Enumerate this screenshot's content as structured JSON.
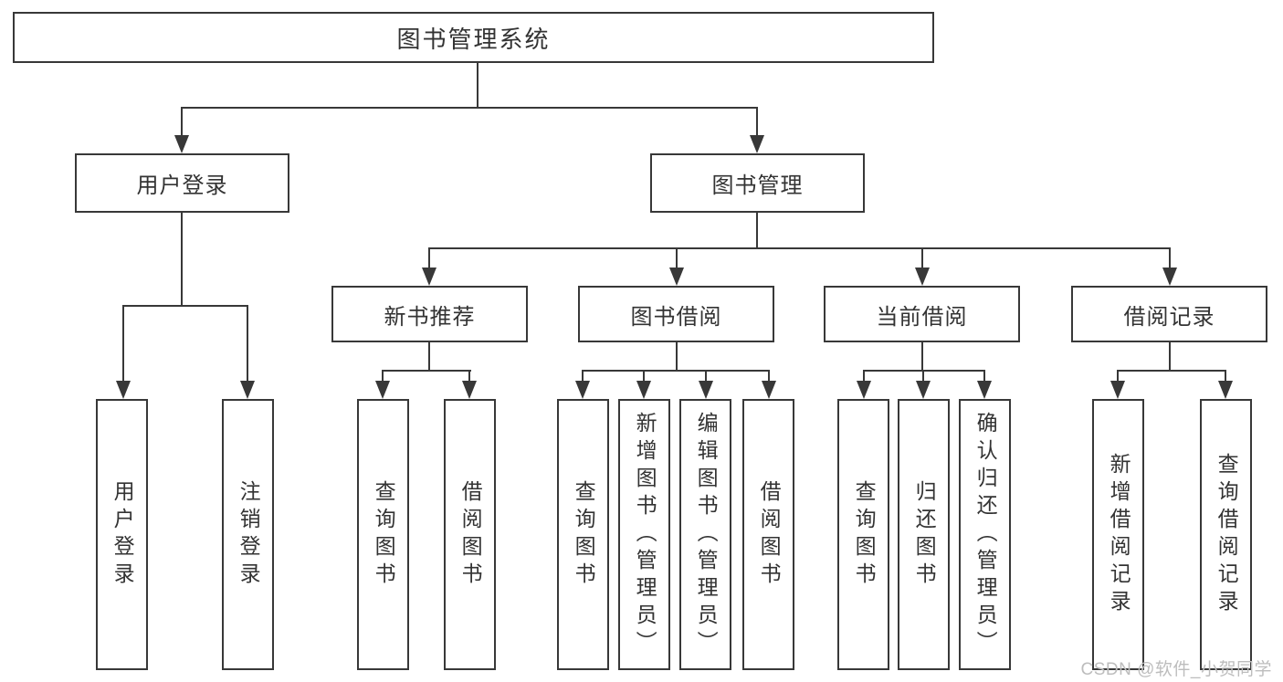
{
  "colors": {
    "line": "#383838",
    "text": "#333333",
    "watermark": "#bdbdbd",
    "background": "#ffffff"
  },
  "watermark": {
    "text": "CSDN @软件_小贺同学"
  },
  "tree": {
    "root": {
      "label": "图书管理系统",
      "children": [
        {
          "label": "用户登录",
          "children": [
            {
              "label": "用户登录"
            },
            {
              "label": "注销登录"
            }
          ]
        },
        {
          "label": "图书管理",
          "children": [
            {
              "label": "新书推荐",
              "children": [
                {
                  "label": "查询图书"
                },
                {
                  "label": "借阅图书"
                }
              ]
            },
            {
              "label": "图书借阅",
              "children": [
                {
                  "label": "查询图书"
                },
                {
                  "label": "新增图书（管理员）"
                },
                {
                  "label": "编辑图书（管理员）"
                },
                {
                  "label": "借阅图书"
                }
              ]
            },
            {
              "label": "当前借阅",
              "children": [
                {
                  "label": "查询图书"
                },
                {
                  "label": "归还图书"
                },
                {
                  "label": "确认归还（管理员）"
                }
              ]
            },
            {
              "label": "借阅记录",
              "children": [
                {
                  "label": "新增借阅记录"
                },
                {
                  "label": "查询借阅记录"
                }
              ]
            }
          ]
        }
      ]
    }
  }
}
